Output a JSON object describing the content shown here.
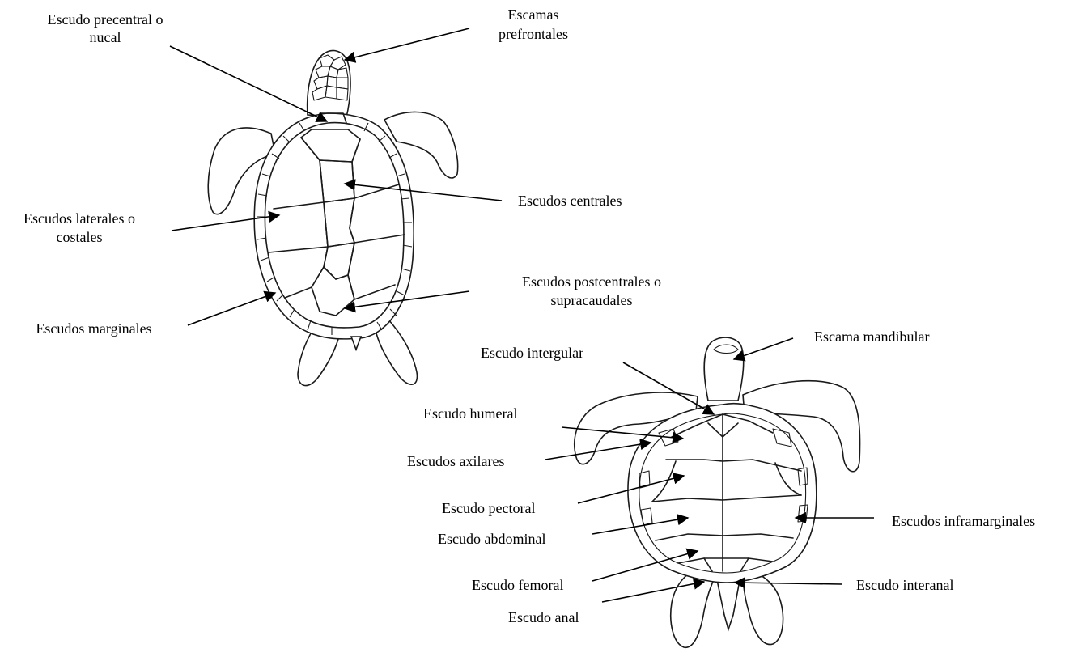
{
  "colors": {
    "ink": "#1a1a1a",
    "background": "#ffffff"
  },
  "dorsal_labels": {
    "nucal_1": "Escudo precentral o",
    "nucal_2": "nucal",
    "prefrontales_1": "Escamas",
    "prefrontales_2": "prefrontales",
    "centrales": "Escudos centrales",
    "laterales_1": "Escudos laterales o",
    "laterales_2": "costales",
    "postcentrales_1": "Escudos postcentrales o",
    "postcentrales_2": "supracaudales",
    "marginales": "Escudos marginales"
  },
  "ventral_labels": {
    "mandibular": "Escama mandibular",
    "intergular": "Escudo intergular",
    "humeral": "Escudo humeral",
    "axilares": "Escudos axilares",
    "pectoral": "Escudo pectoral",
    "abdominal": "Escudo abdominal",
    "inframarginales": "Escudos inframarginales",
    "femoral": "Escudo femoral",
    "interanal": "Escudo interanal",
    "anal": "Escudo anal"
  }
}
